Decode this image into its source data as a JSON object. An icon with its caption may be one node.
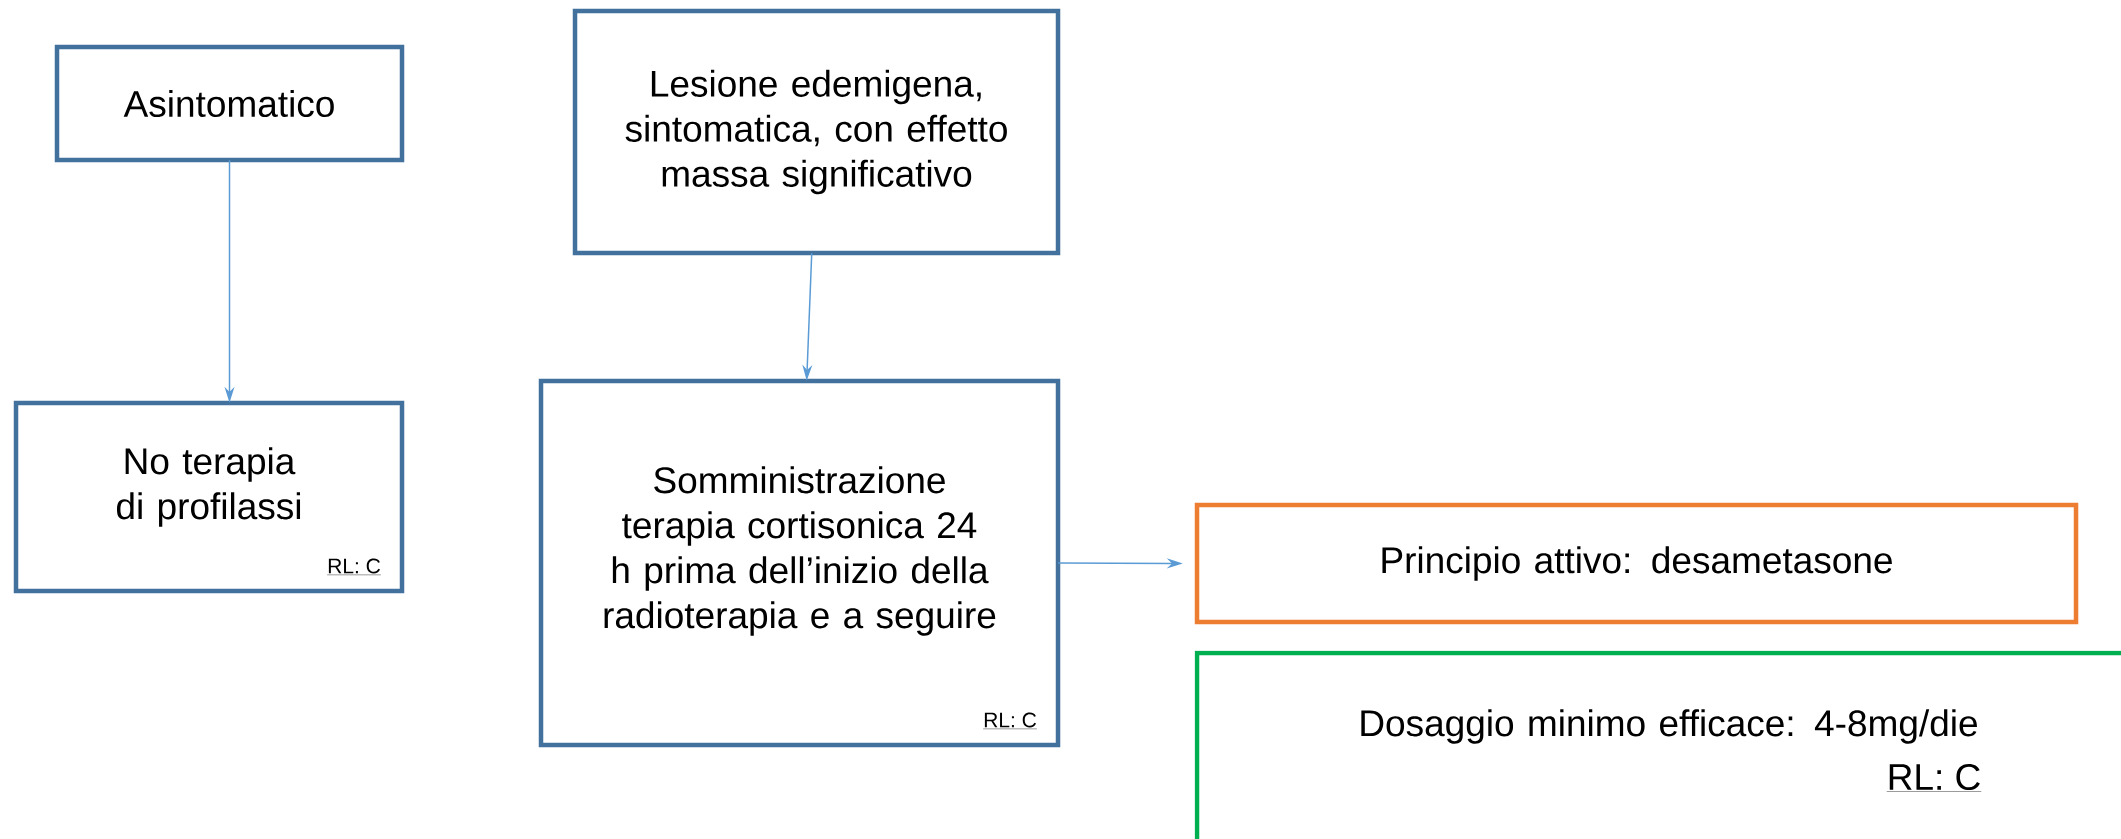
{
  "diagram": {
    "nodes": [
      {
        "text": [
          "Asintomatico"
        ]
      },
      {
        "text": [
          "Lesione edemigena, sintomatica, con effetto massa significativo"
        ]
      },
      {
        "text": [
          "No terapia di profilassi",
          "RL: C"
        ]
      },
      {
        "text": [
          "Somministrazione terapia cortisonica 24 h prima dell’inizio della radioterapia e a seguire",
          "RL: C"
        ]
      },
      {
        "text": [
          "Principio attivo: desametasone"
        ]
      },
      {
        "text": [
          "Dosaggio minimo efficace: 4-8mg/die",
          "RL: C"
        ]
      }
    ],
    "edges": [
      {
        "from": 0,
        "to": 2,
        "arrow": "to"
      },
      {
        "from": 1,
        "to": 3,
        "arrow": "to"
      },
      {
        "from": 3,
        "to": 4,
        "arrow": "to"
      }
    ]
  }
}
